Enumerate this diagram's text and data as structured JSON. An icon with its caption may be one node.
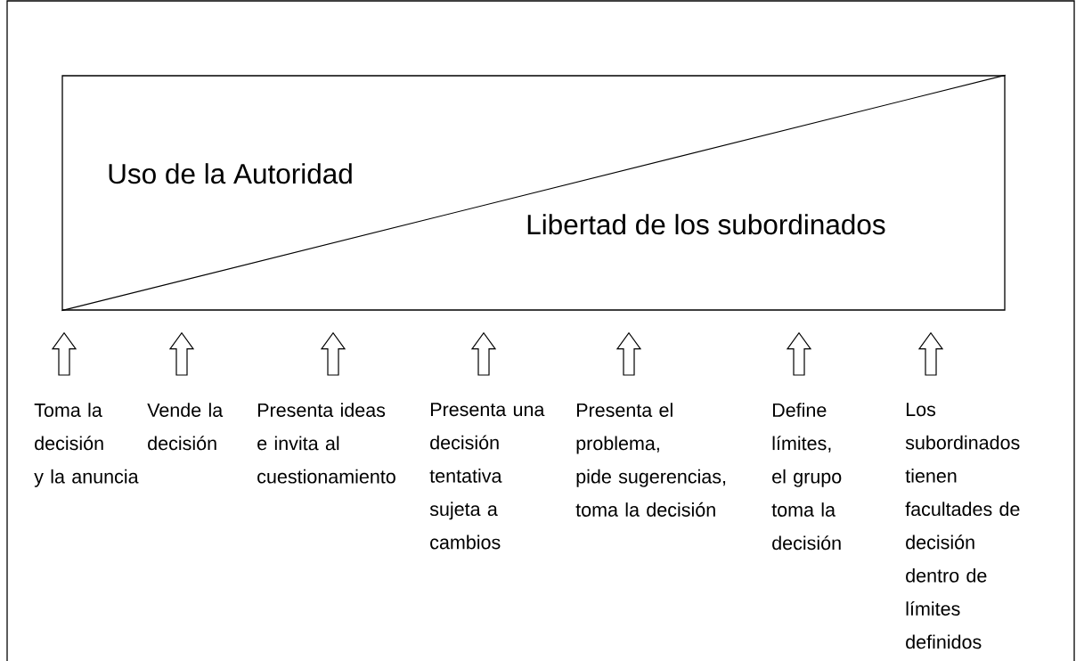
{
  "diagram": {
    "nodes": [
      {
        "text": [
          "Uso de la Autoridad",
          "Libertad de los subordinados"
        ]
      },
      {
        "text": [
          "Toma la decisión y la anuncia"
        ]
      },
      {
        "text": [
          "Vende la decisión"
        ]
      },
      {
        "text": [
          "Presenta ideas e invita al cuestionamiento"
        ]
      },
      {
        "text": [
          "Presenta una decisión tentativa sujeta a cambios"
        ]
      },
      {
        "text": [
          "Presenta el problema, pide sugerencias, toma la decisión"
        ]
      },
      {
        "text": [
          "Define límites, el grupo toma la decisión"
        ]
      },
      {
        "text": [
          "Los subordinados tienen facultades de decisión dentro de límites definidos"
        ]
      }
    ],
    "edges": [
      {
        "from": 1,
        "to": 0,
        "arrow": "to"
      },
      {
        "from": 2,
        "to": 0,
        "arrow": "to"
      },
      {
        "from": 3,
        "to": 0,
        "arrow": "to"
      },
      {
        "from": 4,
        "to": 0,
        "arrow": "to"
      },
      {
        "from": 5,
        "to": 0,
        "arrow": "to"
      },
      {
        "from": 6,
        "to": 0,
        "arrow": "to"
      },
      {
        "from": 7,
        "to": 0,
        "arrow": "to"
      }
    ]
  }
}
